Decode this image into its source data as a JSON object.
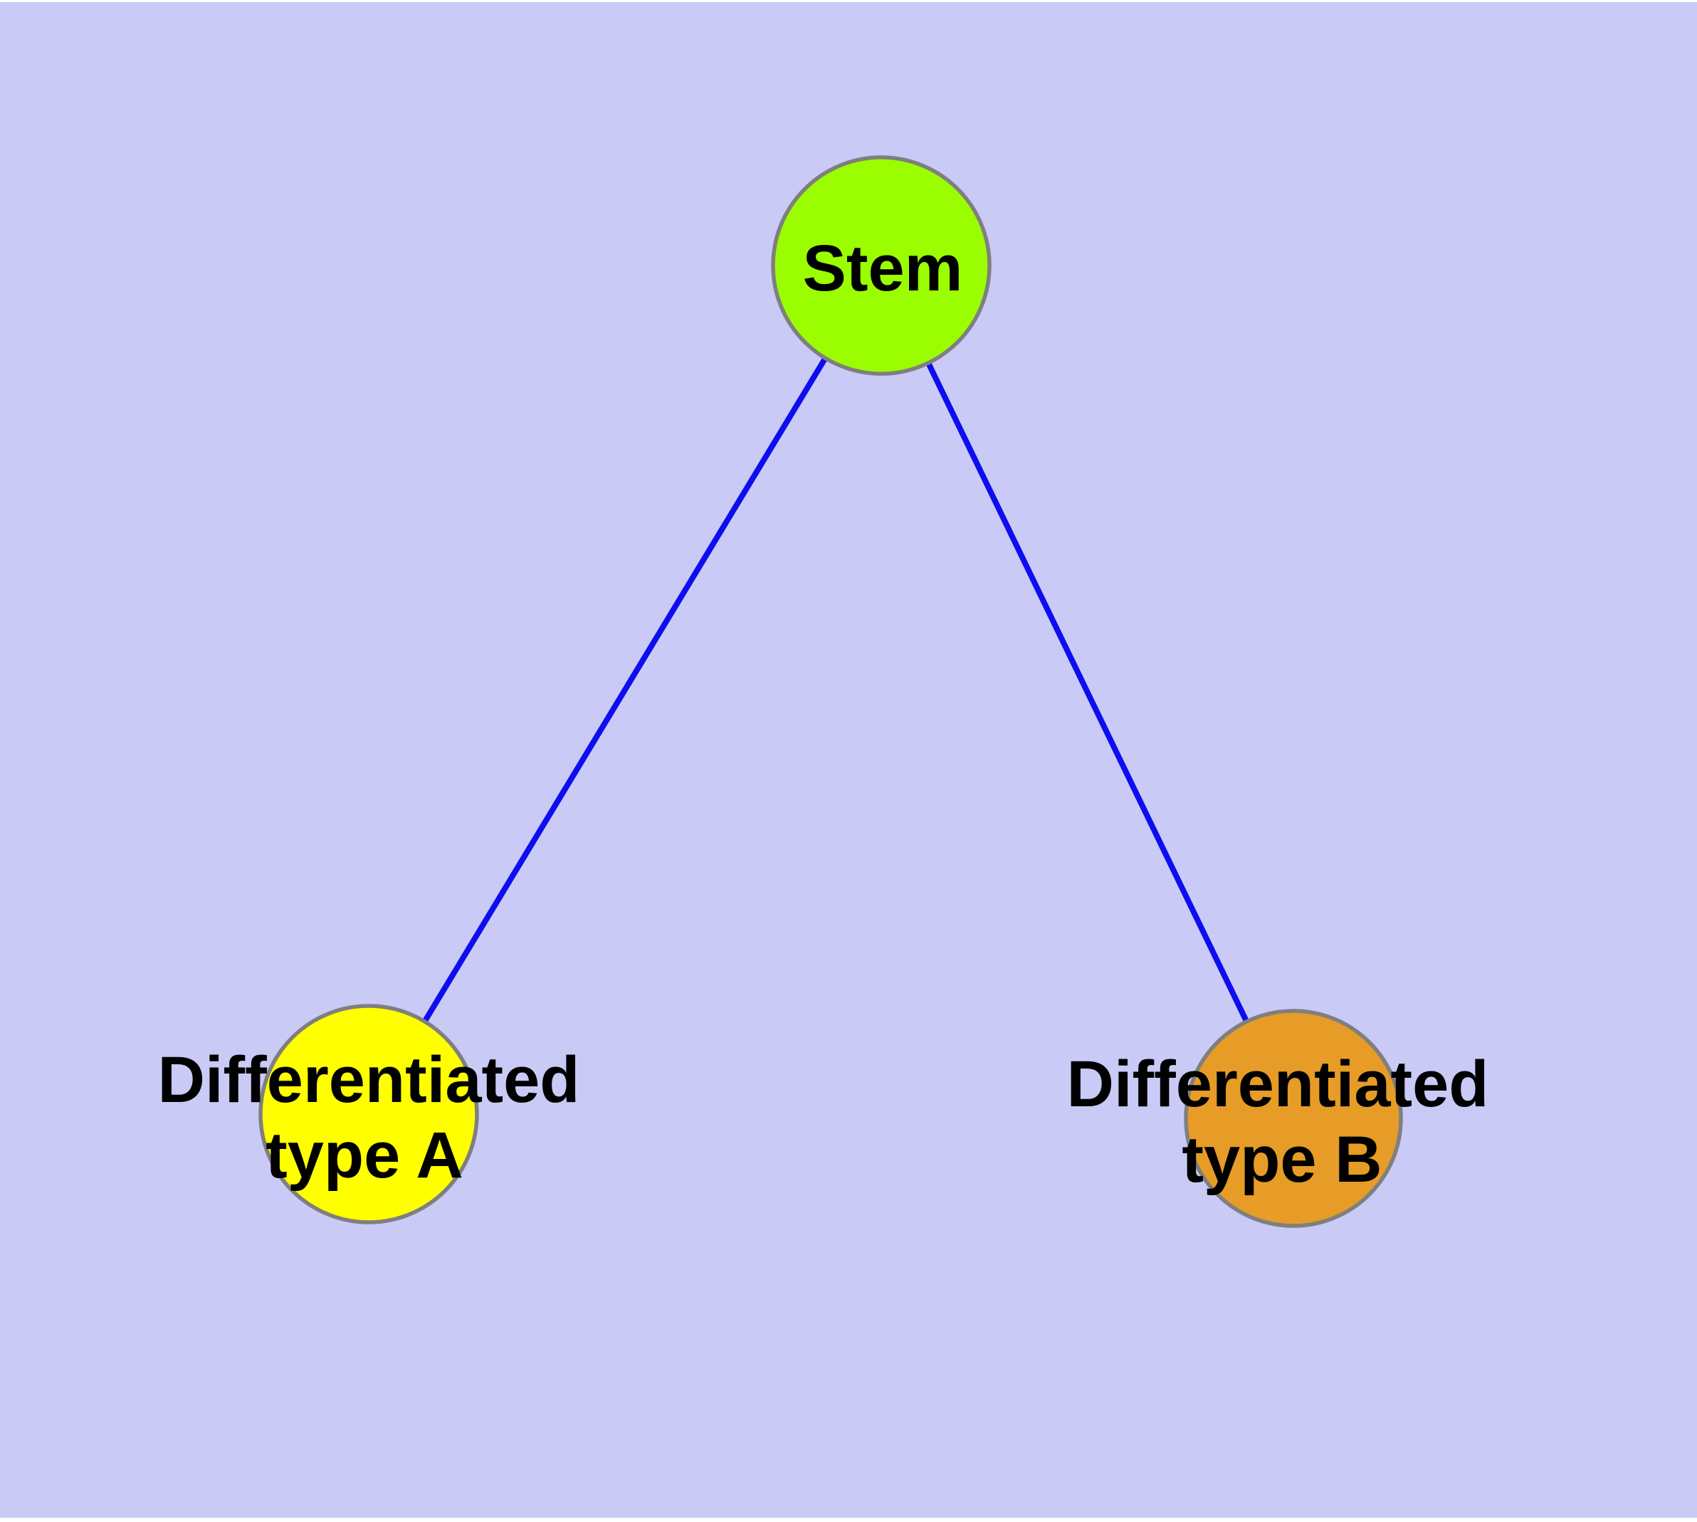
{
  "figure": {
    "type": "node-link-diagram",
    "background_color": "#CACAF6",
    "edge_color": "#0D0DF0",
    "node_border_color": "#7F7F7F",
    "label_color": "#000000",
    "nodes": {
      "stem": {
        "label": "Stem",
        "fill": "#9BFE00"
      },
      "type_a": {
        "label_line1": "Differentiated",
        "label_line2": "type A",
        "label": "Differentiated type A",
        "fill": "#FFFF00"
      },
      "type_b": {
        "label_line1": "Differentiated",
        "label_line2": "type B",
        "label": "Differentiated type B",
        "fill": "#E69C26"
      }
    },
    "edges": [
      {
        "from": "Stem",
        "to": "Differentiated type A"
      },
      {
        "from": "Stem",
        "to": "Differentiated type B"
      }
    ]
  }
}
